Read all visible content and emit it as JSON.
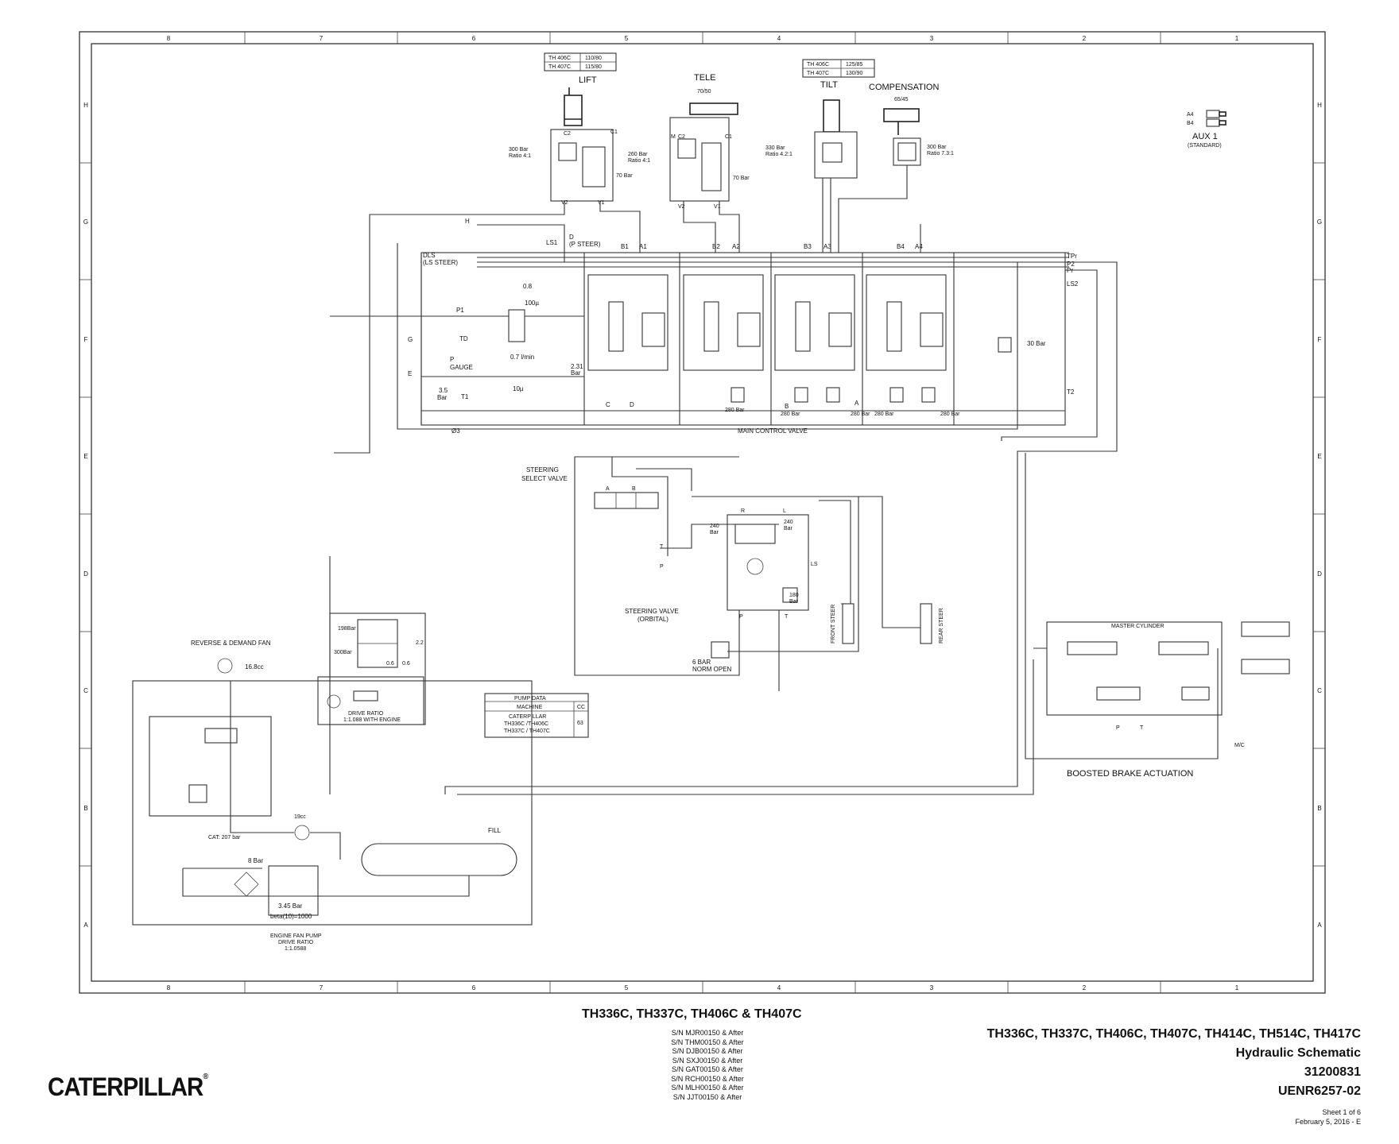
{
  "frame": {
    "columns": [
      "8",
      "7",
      "6",
      "5",
      "4",
      "3",
      "2",
      "1"
    ],
    "rows": [
      "H",
      "G",
      "F",
      "E",
      "D",
      "C",
      "B",
      "A"
    ]
  },
  "cylinders": {
    "lift": {
      "label": "LIFT",
      "table": [
        [
          "TH 406C",
          "110/80"
        ],
        [
          "TH 407C",
          "115/80"
        ]
      ],
      "ports": [
        "C2",
        "C1",
        "V2",
        "V1"
      ],
      "relief": "300 Bar\nRatio 4:1",
      "relief2": "260 Bar\nRatio 4:1",
      "check": "70 Bar"
    },
    "tele": {
      "label": "TELE",
      "size": "70/50",
      "ports": [
        "M",
        "C2",
        "C1",
        "V2",
        "V1"
      ],
      "check": "70 Bar"
    },
    "tilt": {
      "label": "TILT",
      "table": [
        [
          "TH 406C",
          "125/85"
        ],
        [
          "TH 407C",
          "130/90"
        ]
      ],
      "relief": "330 Bar\nRatio 4.2:1"
    },
    "compensation": {
      "label": "COMPENSATION",
      "size": "65/45",
      "relief": "300 Bar\nRatio 7.3:1"
    },
    "aux": {
      "label": "AUX 1",
      "sub": "(STANDARD)",
      "ports": [
        "A4",
        "B4"
      ]
    }
  },
  "main_valve": {
    "label": "MAIN CONTROL VALVE",
    "ports_top": [
      "B1",
      "A1",
      "B2",
      "A2",
      "B3",
      "A3",
      "B4",
      "A4"
    ],
    "labels": [
      "H",
      "LS1",
      "D",
      "(P STEER)",
      "DLS",
      "(LS STEER)",
      "P1",
      "G",
      "TD",
      "P",
      "GAUGE",
      "E",
      "3.5",
      "Bar",
      "T1",
      "TPr",
      "P2",
      "Pr",
      "LS2",
      "T2",
      "0.8",
      "100µ",
      "0.7 l/min",
      "2.31",
      "Bar",
      "10µ",
      "Ø3",
      "30 Bar",
      "C",
      "D",
      "A",
      "B"
    ],
    "reliefs": [
      "280\nBar",
      "280\nBar",
      "280\nBar",
      "280\nBar",
      "280\nBar"
    ]
  },
  "steering": {
    "select_valve": "STEERING\nSELECT VALVE",
    "steering_valve": "STEERING VALVE\n(ORBITAL)",
    "ports": [
      "A",
      "B",
      "T",
      "P",
      "R",
      "L",
      "LS",
      "P",
      "T"
    ],
    "reliefs": [
      "240\nBar",
      "240\nBar",
      "180\nBar"
    ],
    "switch": "6 BAR\nNORM OPEN",
    "front": "FRONT STEER",
    "rear": "REAR STEER"
  },
  "brake": {
    "master": "MASTER CYLINDER",
    "label": "BOOSTED BRAKE ACTUATION",
    "ports": [
      "P",
      "T"
    ],
    "mc": "M/C"
  },
  "fan": {
    "label": "REVERSE & DEMAND FAN",
    "disp": "16.8cc",
    "cat": "CAT: 207 bar",
    "cc19": "19cc",
    "bar8": "8 Bar",
    "filter": "3.45 Bar",
    "beta": "beta(10)=1000",
    "fill": "FILL"
  },
  "drive": {
    "pressures": [
      "198Bar",
      "300Bar"
    ],
    "label": "DRIVE RATIO\n1:1.088 WITH ENGINE",
    "orifices": [
      "2.2",
      "0.6",
      "0.6"
    ]
  },
  "engine_fan": "ENGINE FAN PUMP\nDRIVE RATIO\n1:1.0588",
  "pump_data": {
    "title": "PUMP DATA",
    "col1": "MACHINE",
    "col2": "CC",
    "machine": "CATERPILLAR\nTH336C / TH406C\nTH337C / TH407C",
    "cc": "63"
  },
  "footer": {
    "center_title": "TH336C, TH337C, TH406C & TH407C",
    "serials": [
      "S/N MJR00150 & After",
      "S/N THM00150 & After",
      "S/N DJB00150 & After",
      "S/N SXJ00150 & After",
      "S/N GAT00150 & After",
      "S/N RCH00150 & After",
      "S/N MLH00150 & After",
      "S/N JJT00150 & After"
    ],
    "models": "TH336C, TH337C, TH406C, TH407C, TH414C, TH514C, TH417C",
    "doc_title": "Hydraulic Schematic",
    "part_no": "31200831",
    "doc_no": "UENR6257-02",
    "sheet": "Sheet 1 of 6",
    "date": "February 5, 2016 - E",
    "logo": "CATERPILLAR"
  }
}
